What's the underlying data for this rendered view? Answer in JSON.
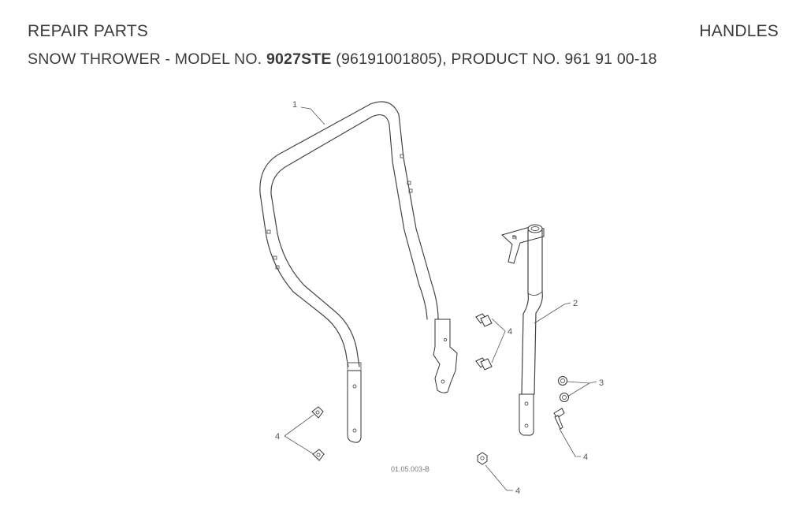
{
  "header": {
    "left_title": "REPAIR PARTS",
    "right_title": "HANDLES",
    "subtitle_prefix": "SNOW THROWER - MODEL NO.",
    "model_no": "9027STE",
    "subtitle_suffix": "(96191001805), PRODUCT NO. 961 91 00-18"
  },
  "diagram": {
    "reference": "01.05.003-B",
    "callouts": [
      {
        "id": "c1",
        "label": "1"
      },
      {
        "id": "c2",
        "label": "2"
      },
      {
        "id": "c3",
        "label": "3"
      },
      {
        "id": "c4a",
        "label": "4"
      },
      {
        "id": "c4b",
        "label": "4"
      },
      {
        "id": "c4c",
        "label": "4"
      },
      {
        "id": "c4d",
        "label": "4"
      }
    ]
  }
}
